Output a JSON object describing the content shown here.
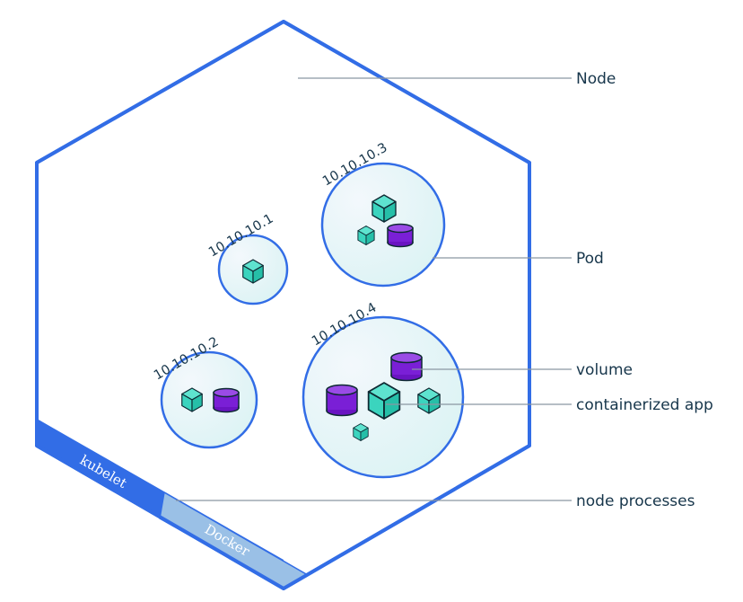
{
  "labels": {
    "node": "Node",
    "pod": "Pod",
    "volume": "volume",
    "app": "containerized app",
    "processes": "node processes"
  },
  "pods": [
    {
      "ip": "10.10.10.1"
    },
    {
      "ip": "10.10.10.2"
    },
    {
      "ip": "10.10.10.3"
    },
    {
      "ip": "10.10.10.4"
    }
  ],
  "processes": {
    "kubelet": "kubelet",
    "docker": "Docker"
  },
  "colors": {
    "node_border": "#326de6",
    "pod_fill": "#eaf6f8",
    "container": "#3bd4be",
    "volume": "#7a1fd6",
    "text": "#17364b",
    "leader": "#8a96a2",
    "kubelet_band": "#326de6",
    "docker_band": "#9ac0e6"
  },
  "icons": {
    "container": "cube-icon",
    "volume": "cylinder-icon"
  }
}
